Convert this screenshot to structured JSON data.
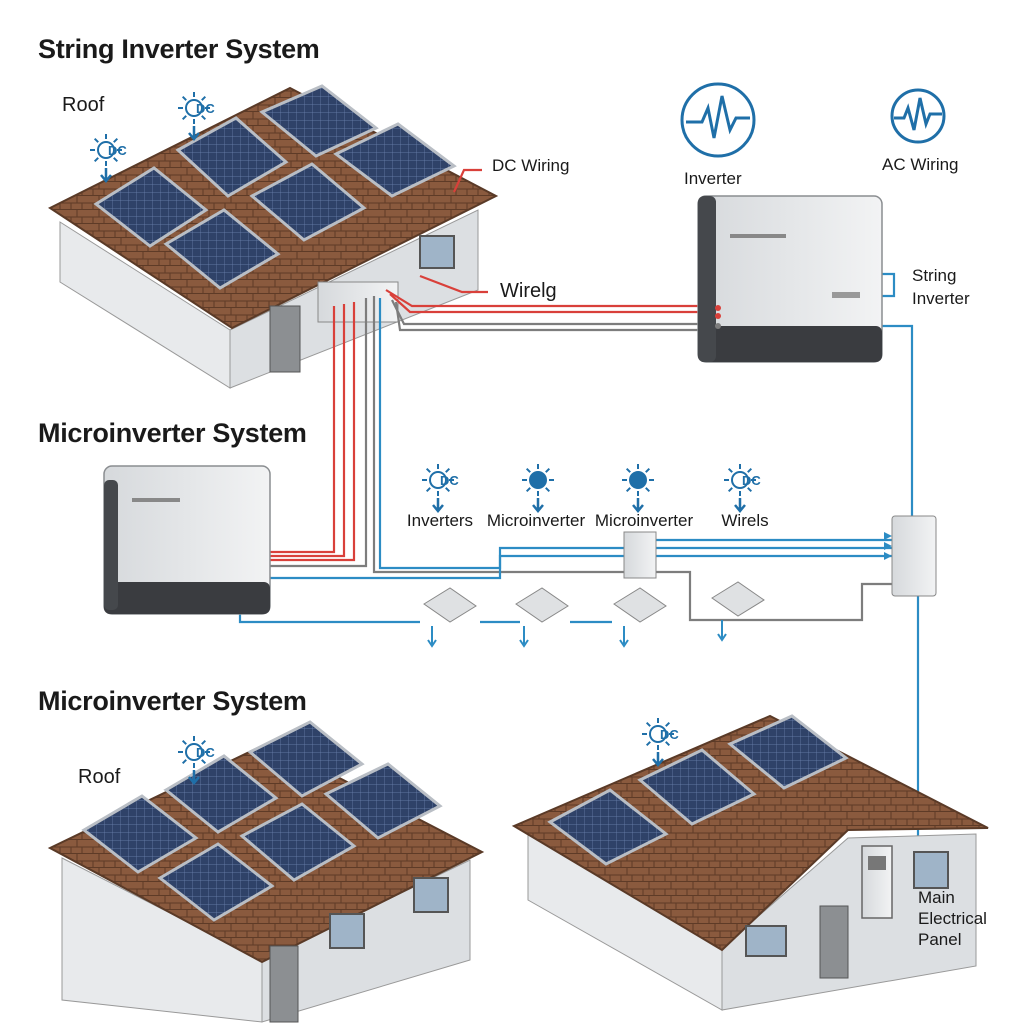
{
  "sections": {
    "string_title": "String Inverter System",
    "micro_title": "Microinverter System",
    "micro_title_bottom": "Microinverter System"
  },
  "labels": {
    "roof_top": "Roof",
    "roof_bottom": "Roof",
    "dc_wiring": "DC Wiring",
    "wiring": "Wirelg",
    "inverter": "Inverter",
    "ac_wiring": "AC Wiring",
    "string_inverter_1": "String",
    "string_inverter_2": "Inverter",
    "main_panel_1": "Main",
    "main_panel_2": "Electrical",
    "main_panel_3": "Panel"
  },
  "icon_labels": {
    "dc": "DC",
    "row": [
      "Inverters",
      "Microinverter",
      "Microinverter",
      "Wirels"
    ]
  },
  "icons": [
    "sun-dc-icon",
    "sun-icon",
    "waveform-icon",
    "arrow-down-icon"
  ],
  "colors": {
    "dc_wire": "#d9403a",
    "ac_wire": "#2c8cc4",
    "neutral_wire": "#7d7d7d",
    "roof": "#8b5a3c",
    "panel": "#2e3f63",
    "accent_blue": "#1f6fa8"
  }
}
